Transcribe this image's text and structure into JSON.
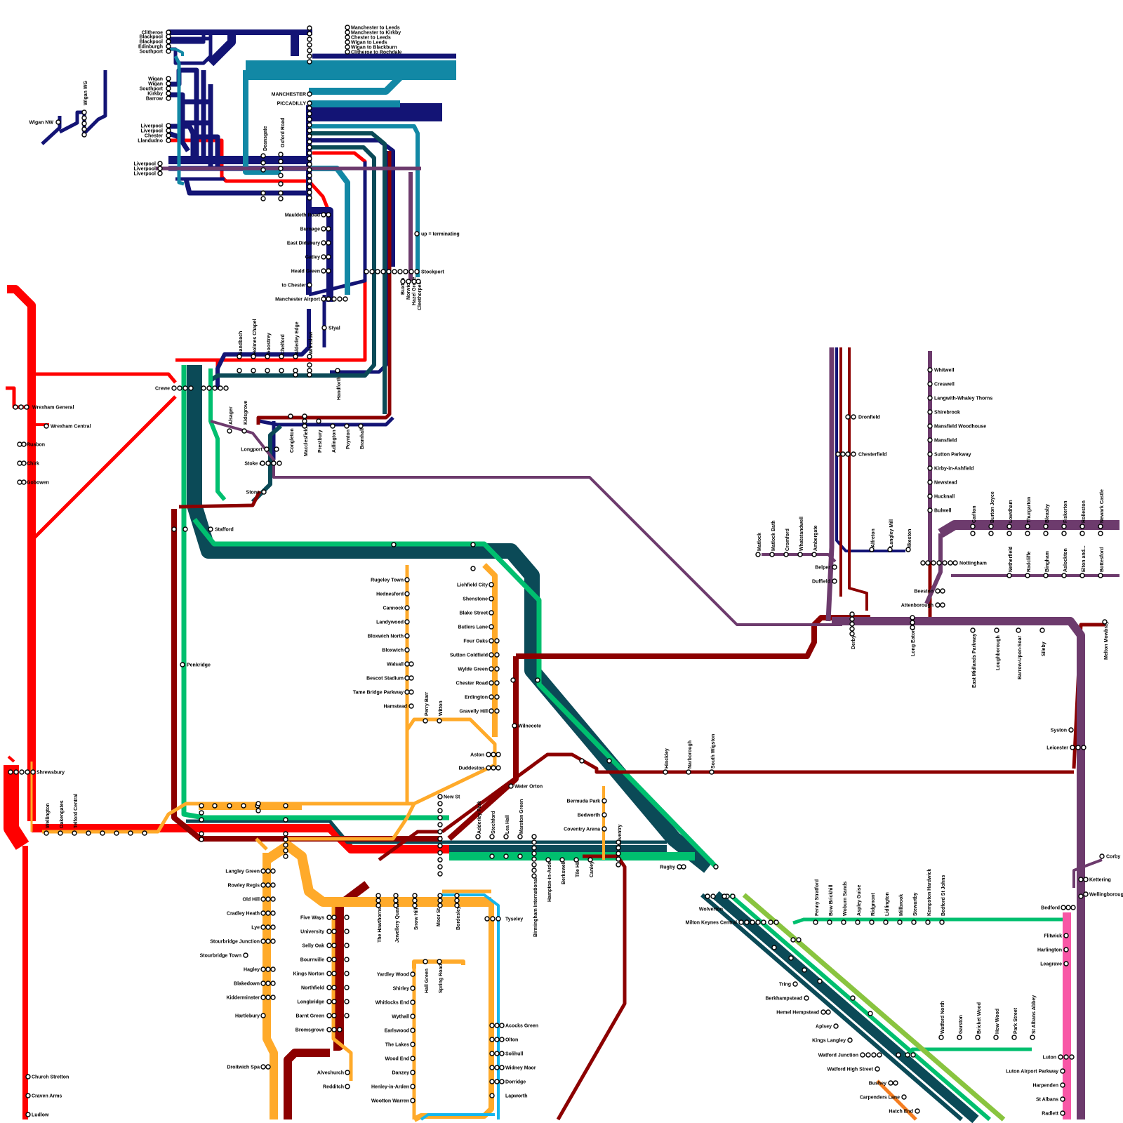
{
  "colors": {
    "north_western_blue": "#131475",
    "teal": "#1288a5",
    "dark_slate": "#0b4a57",
    "red": "#ff0000",
    "maroon": "#8c0000",
    "purple": "#6d3b6d",
    "green": "#00bf6f",
    "orange": "#ffaa2a",
    "light_blue": "#14b6ee",
    "pink": "#f857a6",
    "lime": "#89c43f",
    "deep_orange": "#f47d20"
  },
  "labels": {
    "clitheroe": "Clitheroe",
    "blackpool1": "Blackpool",
    "blackpool2": "Blackpool",
    "edinburgh": "Edinburgh",
    "southport1": "Southport",
    "wigan1": "Wigan",
    "wigan2": "Wigan",
    "southport2": "Southport",
    "kirkby": "Kirkby",
    "barrow": "Barrow",
    "liverpool1": "Liverpool",
    "liverpool2": "Liverpool",
    "chester": "Chester",
    "llandudno": "Llandudno",
    "liverpool3": "Liverpool",
    "liverpool4": "Liverpool",
    "liverpool5": "Liverpool",
    "wigan_nw": "Wigan NW",
    "wigan_wg": "Wigan WG",
    "mcr_leeds": "Manchester to Leeds",
    "mcr_kirkby": "Manchester to Kirkby",
    "chester_leeds": "Chester to Leeds",
    "wigan_leeds": "Wigan to Leeds",
    "wigan_blackburn": "Wigan to Blackburn",
    "clitheroe_rochdale": "Clitheroe to Rochdale",
    "manchester": "MANCHESTER",
    "piccadilly": "PICCADILLY",
    "deansgate": "Deansgate",
    "oxford_road": "Oxford Road",
    "mauldeth_road": "Mauldeth Road",
    "burnage": "Burnage",
    "east_didsbury": "East Didsbury",
    "gatley": "Gatley",
    "heald_green": "Heald Green",
    "to_chester": "to Chester",
    "manchester_airport": "Manchester Airport",
    "styal": "Styal",
    "up_terminating": "up = terminating",
    "stockport": "Stockport",
    "buxton": "Buxton",
    "norwich": "Norwich",
    "hazel_grove": "Hazel Grove",
    "cleethorpes": "Cleethorpes",
    "sandbach": "Sandbach",
    "holmes_chapel": "Holmes Chapel",
    "goostrey": "Goostrey",
    "chelford": "Chelford",
    "alderley_edge": "Alderley Edge",
    "wilmslow": "Wilmslow",
    "handforth": "Handforth",
    "crewe": "Crewe",
    "alsager": "Alsager",
    "kidsgrove": "Kidsgrove",
    "congleton": "Congleton",
    "macclesfield": "Macclesfield",
    "prestbury": "Prestbury",
    "adlington": "Adlington",
    "poynton": "Poynton",
    "bramhall": "Bramhall",
    "longport": "Longport",
    "stoke": "Stoke on Tr.",
    "stone": "Stone",
    "stafford": "Stafford",
    "penkridge": "Penkridge",
    "wrexham_general": "Wrexham General",
    "wrexham_central": "Wrexham Central",
    "ruabon": "Ruabon",
    "chirk": "Chirk",
    "gobowen": "Gobowen",
    "shrewsbury": "Shrewsbury",
    "wellington": "Wellington",
    "oakengates": "Oakengates",
    "telford_central": "Telford Central",
    "church_stretton": "Church Stretton",
    "craven_arms": "Craven Arms",
    "ludlow": "Ludlow",
    "rugeley_town": "Rugeley Town",
    "hednesford": "Hednesford",
    "cannock": "Cannock",
    "landywood": "Landywood",
    "bloxwich_north": "Bloxwich North",
    "bloxwich": "Bloxwich",
    "walsall": "Walsall",
    "bescot_stadium": "Bescot Stadium",
    "tame_bridge": "Tame Bridge Parkway",
    "hamstead": "Hamstead",
    "perry_barr": "Perry Barr",
    "witton": "Witton",
    "lichfield_city": "Lichfield City",
    "shenstone": "Shenstone",
    "blake_street": "Blake Street",
    "butlers_lane": "Butlers Lane",
    "four_oaks": "Four Oaks",
    "sutton_coldfield": "Sutton Coldfield",
    "wylde_green": "Wylde Green",
    "chester_road": "Chester Road",
    "erdington": "Erdington",
    "gravelly_hill": "Gravelly Hill",
    "aston": "Aston",
    "duddeston": "Duddeston",
    "wilnecote": "Wilnecote",
    "water_orton": "Water Orton",
    "new_st": "New St",
    "adderley_park": "Adderley Park",
    "stechford": "Stechford",
    "lea_hall": "Lea Hall",
    "marston_green": "Marston Green",
    "birmingham_international": "Birmingham International",
    "hampton_in_arden": "Hampton-in-Arden",
    "berkswell": "Berkswell",
    "tile_hill": "Tile Hill",
    "canley": "Canley",
    "coventry": "Coventry",
    "bermuda_park": "Bermuda Park",
    "bedworth": "Bedworth",
    "coventry_arena": "Coventry Arena",
    "rugby": "Rugby",
    "langley_green": "Langley Green",
    "rowley_regis": "Rowley Regis",
    "old_hill": "Old Hill",
    "cradley_heath": "Cradley Heath",
    "lye": "Lye",
    "stourbridge_junction": "Stourbridge Junction",
    "stourbridge_town": "Stourbridge Town",
    "hagley": "Hagley",
    "blakedown": "Blakedown",
    "kidderminster": "Kidderminster",
    "hartlebury": "Hartlebury",
    "droitwich_spa": "Droitwich Spa",
    "five_ways": "Five Ways",
    "university": "University",
    "selly_oak": "Selly Oak",
    "bournville": "Bournville",
    "kings_norton": "Kings Norton",
    "northfield": "Northfield",
    "longbridge": "Longbridge",
    "barnt_green": "Barnt Green",
    "bromsgrove": "Bromsgrove",
    "alvechurch": "Alvechurch",
    "redditch": "Redditch",
    "the_hawthorns": "The Hawthorns",
    "jewellery_quarter": "Jewellery Quarter",
    "snow_hill": "Snow Hill",
    "moor_st": "Moor St",
    "bordesley": "Bordesley",
    "tyseley": "Tyseley",
    "yardley_wood": "Yardley Wood",
    "hall_green": "Hall Green",
    "spring_road": "Spring Road",
    "shirley": "Shirley",
    "whitlocks_end": "Whitlocks End",
    "wythall": "Wythall",
    "earlswood": "Earlswood",
    "the_lakes": "The Lakes",
    "wood_end": "Wood End",
    "danzey": "Danzey",
    "henley": "Henley-in-Arden",
    "wootton_wawen": "Wootton Warren",
    "acocks_green": "Acocks Green",
    "olton": "Olton",
    "solihull": "Solihull",
    "widney_manor": "Widney Maor",
    "dorridge": "Dorridge",
    "lapworth": "Lapworth",
    "hinckley": "Hinckley",
    "narborough": "Narborough",
    "south_wigston": "South Wigston",
    "whitwell": "Whitwell",
    "creswell": "Creswell",
    "langwith": "Langwith-Whaley Thorns",
    "shirebrook": "Shirebrook",
    "mansfield_woodhouse": "Mansfield Woodhouse",
    "mansfield": "Mansfield",
    "sutton_parkway": "Sutton Parkway",
    "kirkby_ashfield": "Kirby-in-Ashfield",
    "newstead": "Newstead",
    "hucknall": "Hucknall",
    "bulwell": "Bulwell",
    "dronfield": "Dronfield",
    "chesterfield": "Chesterfield",
    "matlock": "Matlock",
    "matlock_bath": "Matlock Bath",
    "cromford": "Cromford",
    "whatstandwell": "Whatstandwell",
    "ambergate": "Ambergate",
    "belper": "Belper",
    "duffield": "Duffield",
    "ilkeston": "Ilkeston",
    "langley_mill": "Langley Mill",
    "alfreton": "Alfreton",
    "nottingham": "Nottingham",
    "beeston": "Beeston",
    "attenborough": "Attenborough",
    "derby": "Derby",
    "long_eaton": "Long Eaton",
    "carlton": "Carlton",
    "burton_joyce": "Burton Joyce",
    "lowdham": "Lowdham",
    "thurgarton": "Thurgarton",
    "bleasby": "Bleasby",
    "fiskerton": "Fiskerton",
    "rolleston": "Rolleston",
    "newark_castle": "Newark Castle",
    "netherfield": "Netherfield",
    "radcliffe": "Radcliffe",
    "bingham": "Bingham",
    "aslockton": "Aslockton",
    "elton": "Elton and...",
    "bottesford": "Bottesford",
    "east_midlands_parkway": "East Midlands Parkway",
    "loughborough": "Loughborough",
    "barrow_upon_soar": "Barrow-Upon-Soar",
    "sileby": "Sileby",
    "syston": "Syston",
    "leicester": "Leicester",
    "melton_mowbray": "Melton Mowbray",
    "corby": "Corby",
    "kettering": "Kettering",
    "wellingborough": "Wellingborough",
    "bedford": "Bedford",
    "flitwick": "Flitwick",
    "harlington": "Harlington",
    "leagrave": "Leagrave",
    "luton": "Luton",
    "luton_airport_parkway": "Luton Airport Parkway",
    "harpenden": "Harpenden",
    "st_albans": "St Albans",
    "radlett": "Radlett",
    "fenny_stratford": "Fenny Stratford",
    "bow_brickhill": "Bow Brickhill",
    "woburn_sands": "Woburn Sands",
    "aspley_guise": "Aspley Guise",
    "ridgmont": "Ridgmont",
    "lidlington": "Lidlington",
    "millbrook": "Millbrook",
    "stewartby": "Stewartby",
    "kempston_hardwick": "Kempston Hardwick",
    "bedford_st_johns": "Bedford St Johns",
    "wolverton": "Wolverton",
    "milton_keynes": "Milton Keynes Central",
    "tring": "Tring",
    "berkhamsted": "Berkhampstead",
    "hemel": "Hemel Hempstead",
    "apsley": "Aplsey",
    "kings_langley": "Kings Langley",
    "watford_junction": "Watford Junction",
    "watford_high_street": "Watford High Street",
    "bushey": "Bushey",
    "carpenders_park": "Carpenders Lane",
    "hatch_end": "Hatch End",
    "watford_north": "Watford North",
    "garston": "Garston",
    "bricket_wood": "Bricket Wood",
    "how_wood": "How Wood",
    "park_street": "Park Street",
    "st_albans_abbey": "St Albans Abbey"
  }
}
